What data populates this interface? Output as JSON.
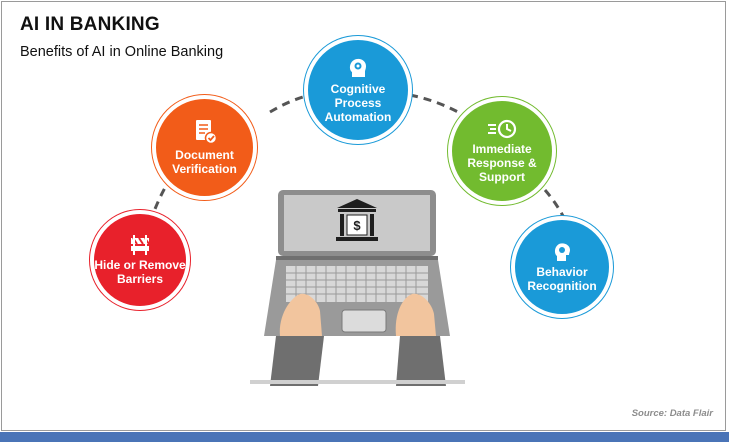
{
  "header": {
    "title": "AI IN BANKING",
    "subtitle": "Benefits of AI in Online Banking"
  },
  "benefits": [
    {
      "line1": "Hide or Remove",
      "line2": "Barriers",
      "line3": "",
      "color": "#e8212b",
      "icon": "roadblock-icon"
    },
    {
      "line1": "Document",
      "line2": "Verification",
      "line3": "",
      "color": "#f25c19",
      "icon": "document-check-icon"
    },
    {
      "line1": "Cognitive",
      "line2": "Process",
      "line3": "Automation",
      "color": "#1a9ad8",
      "icon": "brain-gear-icon"
    },
    {
      "line1": "Immediate",
      "line2": "Response &",
      "line3": "Support",
      "color": "#72bb2f",
      "icon": "fast-clock-icon"
    },
    {
      "line1": "Behavior",
      "line2": "Recognition",
      "line3": "",
      "color": "#1a9ad8",
      "icon": "head-idea-icon"
    }
  ],
  "footer": {
    "source": "Source: Data Flair"
  },
  "colors": {
    "accent_bar": "#4a74b7",
    "laptop": "#8d8d8d",
    "dashed_arc": "#555555"
  }
}
